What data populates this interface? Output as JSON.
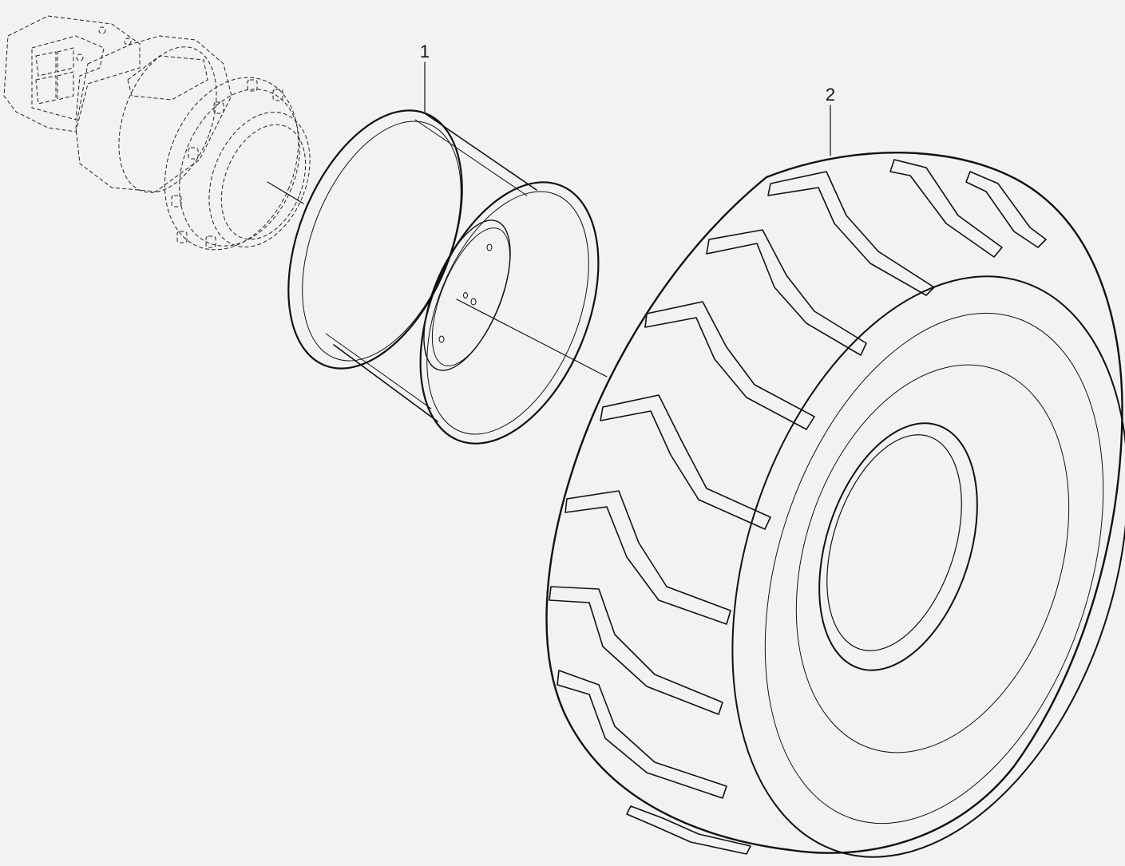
{
  "diagram": {
    "callouts": [
      {
        "id": "1",
        "label": "1"
      },
      {
        "id": "2",
        "label": "2"
      }
    ]
  },
  "colors": {
    "background": "#f2f2f2",
    "ink": "#111111"
  }
}
